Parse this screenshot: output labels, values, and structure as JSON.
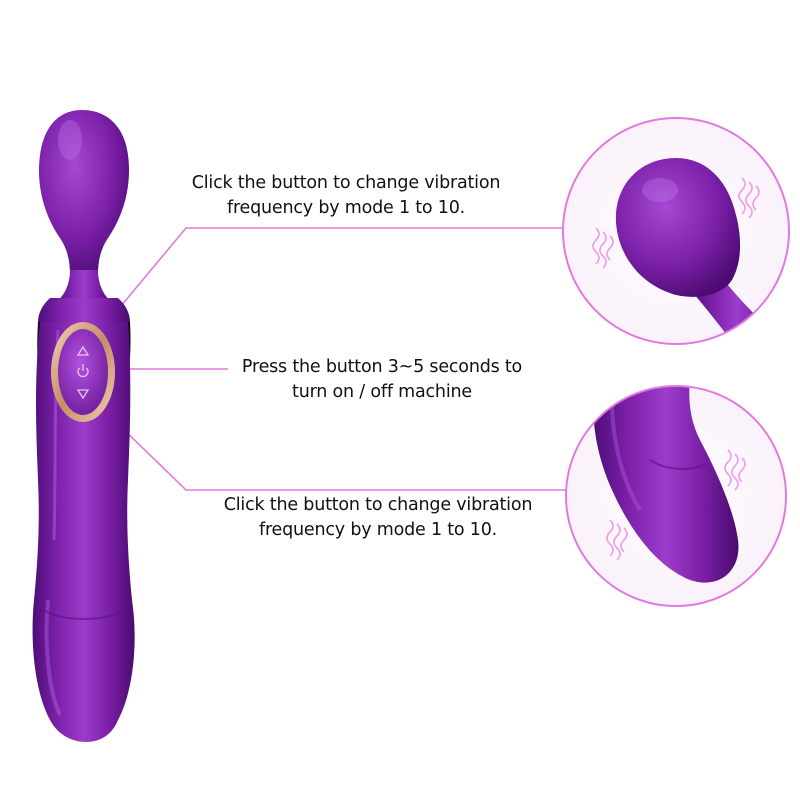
{
  "callouts": {
    "top": {
      "line1": "Click the button to change vibration",
      "line2": "frequency by mode 1 to 10."
    },
    "middle": {
      "line1": "Press the button 3~5 seconds to",
      "line2": "turn on / off machine"
    },
    "bottom": {
      "line1": "Click the button to change vibration",
      "line2": "frequency by mode 1 to 10."
    }
  },
  "colors": {
    "product_purple": "#7a1fa6",
    "callout_line": "#e17adf",
    "panel_gold": "#c9966e"
  },
  "icons": {
    "up": "triangle-up-icon",
    "power": "power-icon",
    "down": "triangle-down-icon",
    "vibration": "vibration-wave-icon"
  }
}
